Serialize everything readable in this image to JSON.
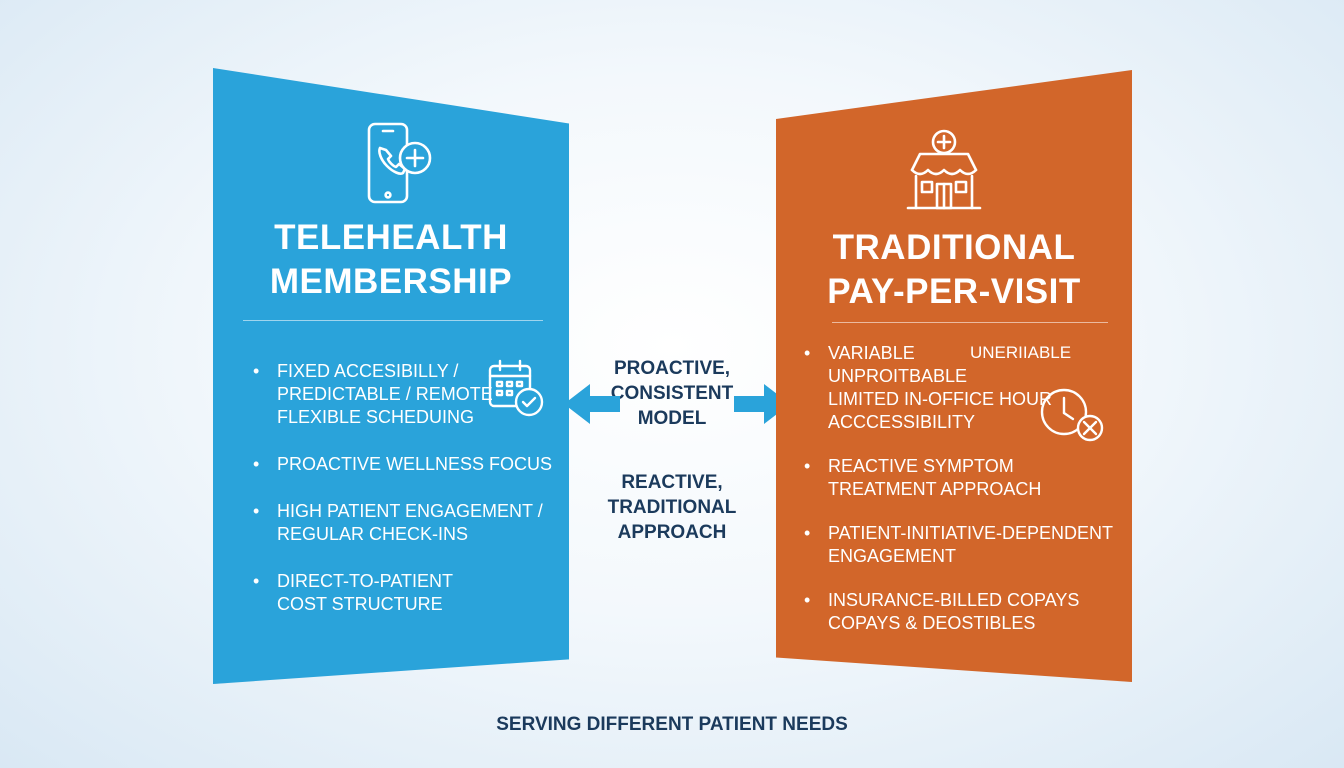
{
  "left_panel": {
    "title_lines": [
      "TELEHEALTH",
      "MEMBERSHIP"
    ],
    "icon": "phone-medical-icon",
    "side_icon": "calendar-check-icon",
    "color": "#2aa3da",
    "points": [
      [
        "FIXED ACCESIBILLY /",
        "PREDICTABLE / REMOTE",
        "FLEXIBLE SCHEDUING"
      ],
      [
        "PROACTIVE WELLNESS FOCUS"
      ],
      [
        "HIGH PATIENT ENGAGEMENT /",
        "REGULAR CHECK-INS"
      ],
      [
        "DIRECT-TO-PATIENT",
        "COST STRUCTURE"
      ]
    ]
  },
  "right_panel": {
    "title_lines": [
      "TRADITIONAL",
      "PAY-PER-VISIT"
    ],
    "icon": "clinic-building-icon",
    "side_icon": "clock-cancel-icon",
    "color": "#d2662a",
    "extra_label": "UNERIIABLE",
    "points": [
      [
        "VARIABLE",
        "UNPROITBABLE",
        "LIMITED IN-OFFICE HOUR",
        "ACCCESSIBILITY"
      ],
      [
        "REACTIVE SYMPTOM",
        "TREATMENT APPROACH"
      ],
      [
        "PATIENT-INITIATIVE-DEPENDENT",
        "ENGAGEMENT"
      ],
      [
        "INSURANCE-BILLED COPAYS",
        "COPAYS & DEOSTIBLES"
      ]
    ]
  },
  "center": {
    "label_top": [
      "PROACTIVE,",
      "CONSISTENT",
      "MODEL"
    ],
    "label_bottom": [
      "REACTIVE,",
      "TRADITIONAL",
      "APPROACH"
    ],
    "arrow_color": "#2aa3da"
  },
  "caption": "SERVING DIFFERENT PATIENT NEEDS"
}
